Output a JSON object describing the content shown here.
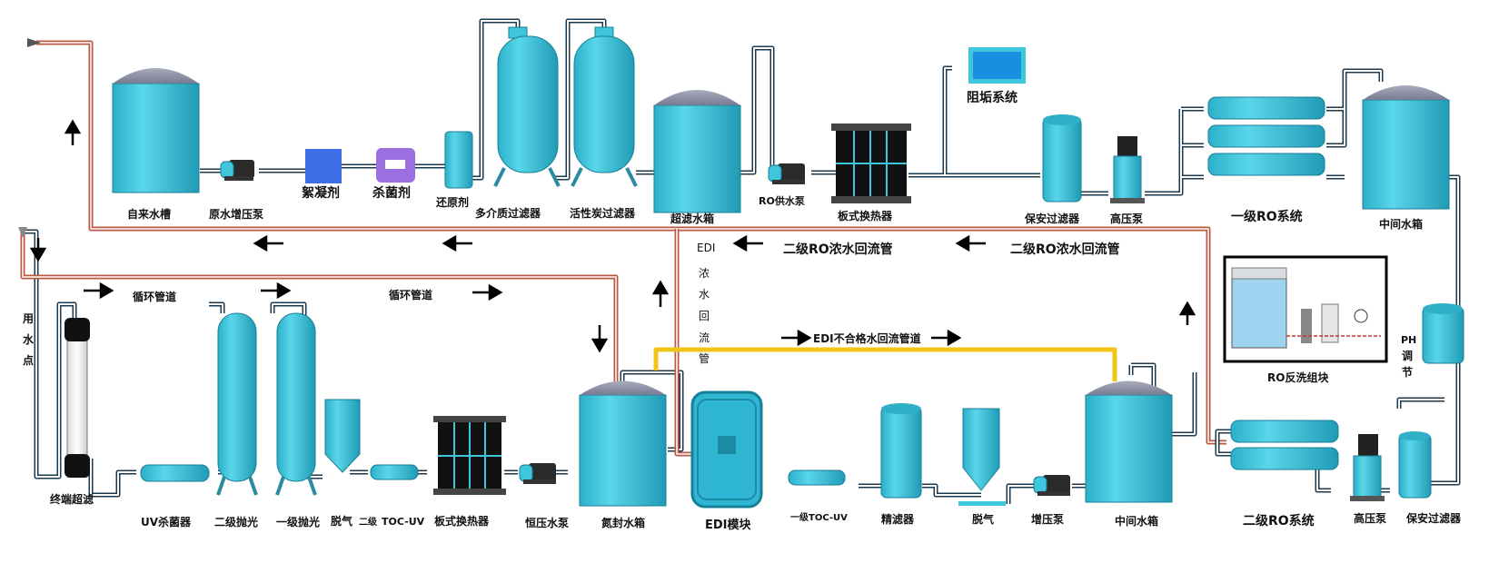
{
  "colors": {
    "tank": "#3ec6dc",
    "tank_dark": "#1e9fb8",
    "tank_top": "#8f93a8",
    "pipe": "#1b3a4f",
    "pipe_fill": "#ffffff",
    "return_pipe": "#b55a45",
    "edi_pipe": "#f2c418",
    "flocculant": "#3f6fe8",
    "sterilant": "#9b6fe0",
    "antiscale": "#1a8fe0"
  },
  "labels": {
    "tap_water_tank": "自来水槽",
    "raw_booster_pump": "原水增压泵",
    "flocculant": "絮凝剂",
    "sterilant": "杀菌剂",
    "reductant": "还原剂",
    "multimedia_filter": "多介质过滤器",
    "carbon_filter": "活性炭过滤器",
    "ultrafilter_tank": "超滤水箱",
    "ro_feed_pump": "RO供水泵",
    "plate_hx_top": "板式换热器",
    "antiscale_system": "阻垢系统",
    "safety_filter_top": "保安过滤器",
    "hp_pump_top": "高压泵",
    "ro1_system": "一级RO系统",
    "mid_tank_top": "中间水箱",
    "ro2_return_left": "二级RO浓水回流管",
    "ro2_return_right": "二级RO浓水回流管",
    "edi_concentrate": [
      "EDI",
      "浓",
      "水",
      "回",
      "流",
      "管"
    ],
    "circulation_left": "循环管道",
    "circulation_mid": "循环管道",
    "use_point": [
      "用",
      "水",
      "点"
    ],
    "edi_reject": "EDI不合格水回流管道",
    "ro_backwash": "RO反洗组块",
    "ph_adjust": [
      "PH",
      "调",
      "节"
    ],
    "terminal_uf": "终端超滤",
    "uv_sterilizer": "UV杀菌器",
    "polish2": "二级抛光",
    "polish1": "一级抛光",
    "degas1": "脱气",
    "toc_uv2_prefix": "二级",
    "toc_uv2": "TOC-UV",
    "plate_hx_bottom": "板式换热器",
    "const_pump": "恒压水泵",
    "nitrogen_tank": "氮封水箱",
    "edi_module": "EDI模块",
    "toc_uv1": "一级TOC-UV",
    "fine_filter": "精滤器",
    "degas2": "脱气",
    "booster_pump": "增压泵",
    "mid_tank_bottom": "中间水箱",
    "ro2_system": "二级RO系统",
    "hp_pump_bottom": "高压泵",
    "safety_filter_bottom": "保安过滤器"
  }
}
